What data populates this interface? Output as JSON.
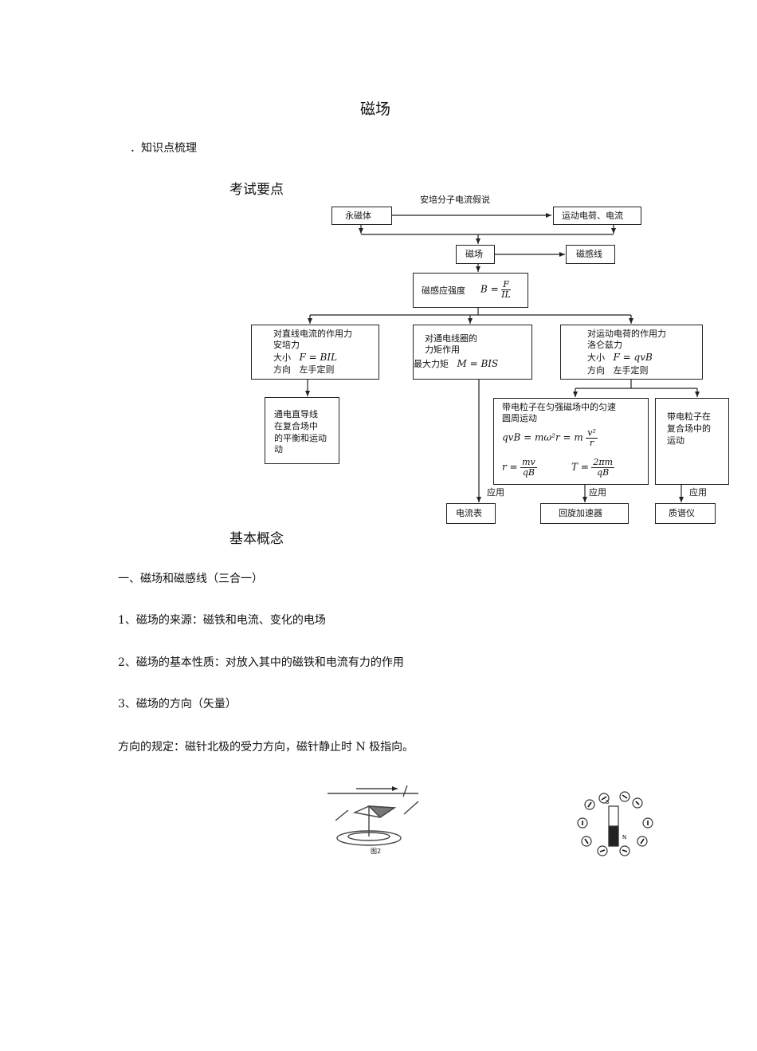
{
  "title": "磁场",
  "subtitle": "．知识点梳理",
  "sections": {
    "exam_points": "考试要点",
    "basic_concepts": "基本概念"
  },
  "diagram": {
    "ampere_hypothesis": "安培分子电流假说",
    "permanent_magnet": "永磁体",
    "moving_charge_current": "运动电荷、电流",
    "magnetic_field": "磁场",
    "field_lines": "磁感线",
    "induction": {
      "label": "磁感应强度",
      "formula_lhs": "B =",
      "formula_num": "F",
      "formula_den": "IL"
    },
    "ampere_force": {
      "line1": "对直线电流的作用力",
      "line2": "安培力",
      "size_label": "大小",
      "size_formula": "F = BIL",
      "dir_label": "方向",
      "dir_rule": "左手定则"
    },
    "coil": {
      "line1": "对通电线圈的",
      "line2": "力矩作用",
      "max_label": "最大力矩",
      "max_formula": "M = BIS"
    },
    "lorentz": {
      "line1": "对运动电荷的作用力",
      "line2": "洛仑兹力",
      "size_label": "大小",
      "size_formula": "F = qvB",
      "dir_label": "方向",
      "dir_rule": "左手定则"
    },
    "straight_wire": {
      "line1": "通电直导线",
      "line2": "在复合场中",
      "line3": "的平衡和运动"
    },
    "straight_wire_line4": "动",
    "uniform_circle": {
      "line1": "带电粒子在匀强磁场中的匀速",
      "line2": "圆周运动",
      "eq1_lhs": "qvB = mω²r = m",
      "eq1_num": "v²",
      "eq1_den": "r",
      "eq2_lhs": "r =",
      "eq2_num": "mv",
      "eq2_den": "qB",
      "eq3_lhs": "T =",
      "eq3_num": "2πm",
      "eq3_den": "qB"
    },
    "compound_field": {
      "line1": "带电粒子在",
      "line2": "复合场中的",
      "line3": "运动"
    },
    "application": "应用",
    "ammeter": "电流表",
    "cyclotron": "回旋加速器",
    "mass_spec": "质谱仪"
  },
  "paragraphs": {
    "p1": "一、磁场和磁感线（三合一）",
    "p2": "1、磁场的来源：磁铁和电流、变化的电场",
    "p3": "2、磁场的基本性质：对放入其中的磁铁和电流有力的作用",
    "p4": "3、磁场的方向（矢量）",
    "p5": "方向的规定：磁针北极的受力方向，磁针静止时 N 极指向。"
  },
  "figures": {
    "fig2_label": "图2",
    "magnet_s": "S",
    "magnet_n": "N"
  }
}
